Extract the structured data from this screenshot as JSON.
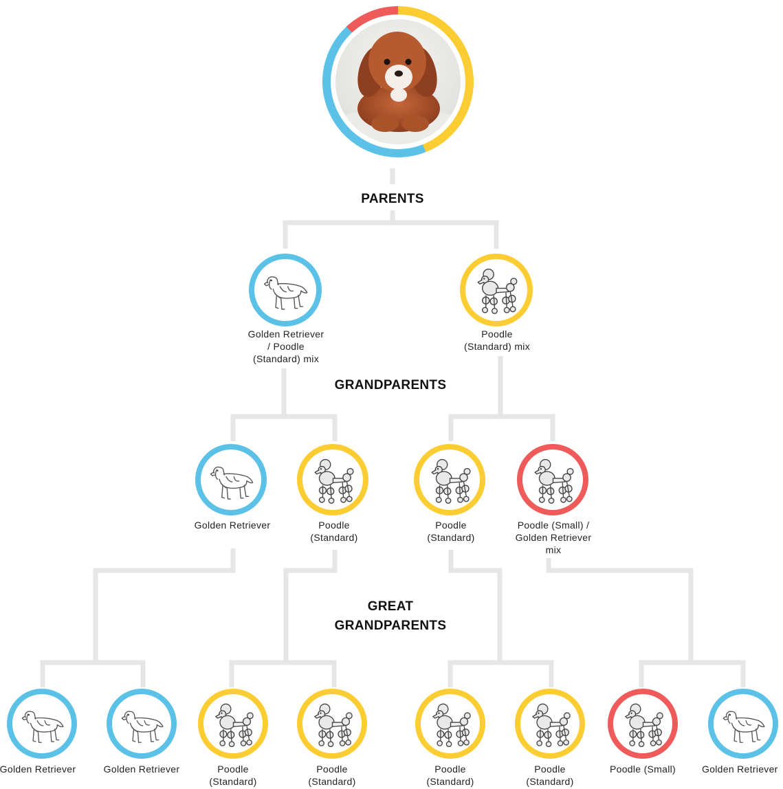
{
  "colors": {
    "golden_retriever": "#5bc1e6",
    "poodle_standard": "#fbcd33",
    "poodle_small": "#ef5b5b",
    "connector": "#e6e6e6"
  },
  "puppy": {
    "ancestry": [
      {
        "breed": "Golden Retriever",
        "fraction": 0.44,
        "color": "#5bc1e6"
      },
      {
        "breed": "Poodle (Standard)",
        "fraction": 0.44,
        "color": "#fbcd33"
      },
      {
        "breed": "Poodle (Small)",
        "fraction": 0.12,
        "color": "#ef5b5b"
      }
    ]
  },
  "headings": {
    "parents": "PARENTS",
    "grandparents": "GRANDPARENTS",
    "great_line1": "GREAT",
    "great_line2": "GRANDPARENTS"
  },
  "parents": [
    {
      "lines": [
        "Golden Retriever",
        "/ Poodle",
        "(Standard) mix"
      ],
      "ring": "blue",
      "icon": "golden-retriever-icon"
    },
    {
      "lines": [
        "Poodle",
        "(Standard) mix"
      ],
      "ring": "yellow",
      "icon": "poodle-icon"
    }
  ],
  "grandparents": [
    {
      "lines": [
        "Golden Retriever"
      ],
      "ring": "blue",
      "icon": "golden-retriever-icon"
    },
    {
      "lines": [
        "Poodle",
        "(Standard)"
      ],
      "ring": "yellow",
      "icon": "poodle-icon"
    },
    {
      "lines": [
        "Poodle",
        "(Standard)"
      ],
      "ring": "yellow",
      "icon": "poodle-icon"
    },
    {
      "lines": [
        "Poodle (Small) /",
        "Golden Retriever",
        "mix"
      ],
      "ring": "red",
      "icon": "poodle-icon"
    }
  ],
  "great_grandparents": [
    {
      "lines": [
        "Golden Retriever"
      ],
      "ring": "blue",
      "icon": "golden-retriever-icon"
    },
    {
      "lines": [
        "Golden Retriever"
      ],
      "ring": "blue",
      "icon": "golden-retriever-icon"
    },
    {
      "lines": [
        "Poodle",
        "(Standard)"
      ],
      "ring": "yellow",
      "icon": "poodle-icon"
    },
    {
      "lines": [
        "Poodle",
        "(Standard)"
      ],
      "ring": "yellow",
      "icon": "poodle-icon"
    },
    {
      "lines": [
        "Poodle",
        "(Standard)"
      ],
      "ring": "yellow",
      "icon": "poodle-icon"
    },
    {
      "lines": [
        "Poodle",
        "(Standard)"
      ],
      "ring": "yellow",
      "icon": "poodle-icon"
    },
    {
      "lines": [
        "Poodle (Small)"
      ],
      "ring": "red",
      "icon": "poodle-icon"
    },
    {
      "lines": [
        "Golden Retriever"
      ],
      "ring": "blue",
      "icon": "golden-retriever-icon"
    }
  ]
}
